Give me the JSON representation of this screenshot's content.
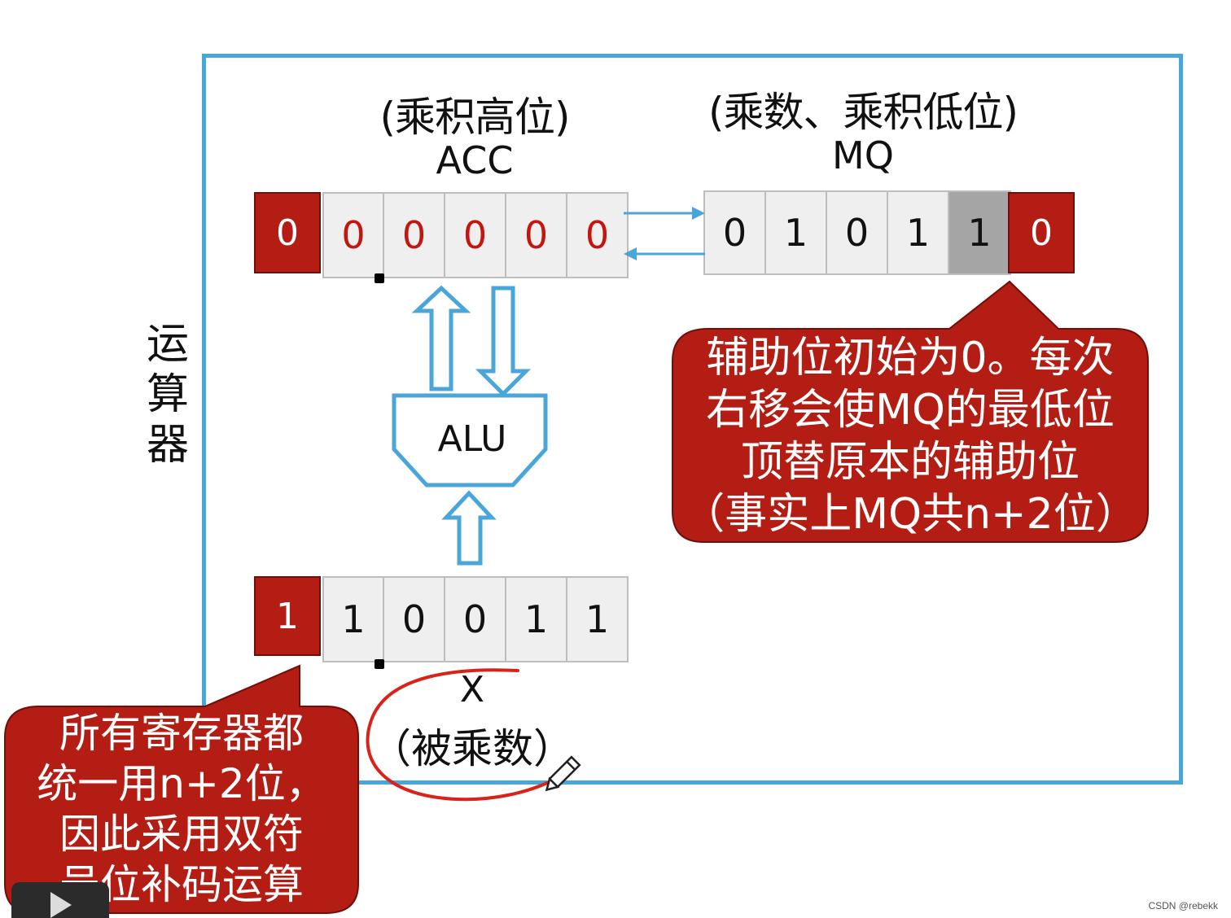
{
  "side_label": "运算器",
  "acc": {
    "title_cn": "(乘积高位)",
    "title_en": "ACC",
    "sign_bit": "0",
    "bits": [
      "0",
      "0",
      "0",
      "0",
      "0"
    ]
  },
  "mq": {
    "title_cn": "(乘数、乘积低位)",
    "title_en": "MQ",
    "bits": [
      "0",
      "1",
      "0",
      "1",
      "1"
    ],
    "aux_bit": "0"
  },
  "alu": {
    "label": "ALU"
  },
  "x": {
    "sign_bit": "1",
    "bits": [
      "1",
      "0",
      "0",
      "1",
      "1"
    ],
    "title_en": "X",
    "title_cn": "（被乘数）"
  },
  "callout_right": {
    "lines": [
      "辅助位初始为0。每次",
      "右移会使MQ的最低位",
      "顶替原本的辅助位",
      "（事实上MQ共n+2位）"
    ]
  },
  "callout_left": {
    "lines": [
      "所有寄存器都",
      "统一用n+2位，",
      "因此采用双符",
      "号位补码运算"
    ]
  },
  "watermark": "CSDN @rebekk",
  "colors": {
    "frame": "#4aa6d8",
    "callout_fill": "#b31d14",
    "register_fill": "#efefef",
    "highlight_gray": "#a5a5a5",
    "red_text": "#c3160e",
    "arrow_blue": "#4aa6d8",
    "annotation_red": "#d9231a"
  }
}
